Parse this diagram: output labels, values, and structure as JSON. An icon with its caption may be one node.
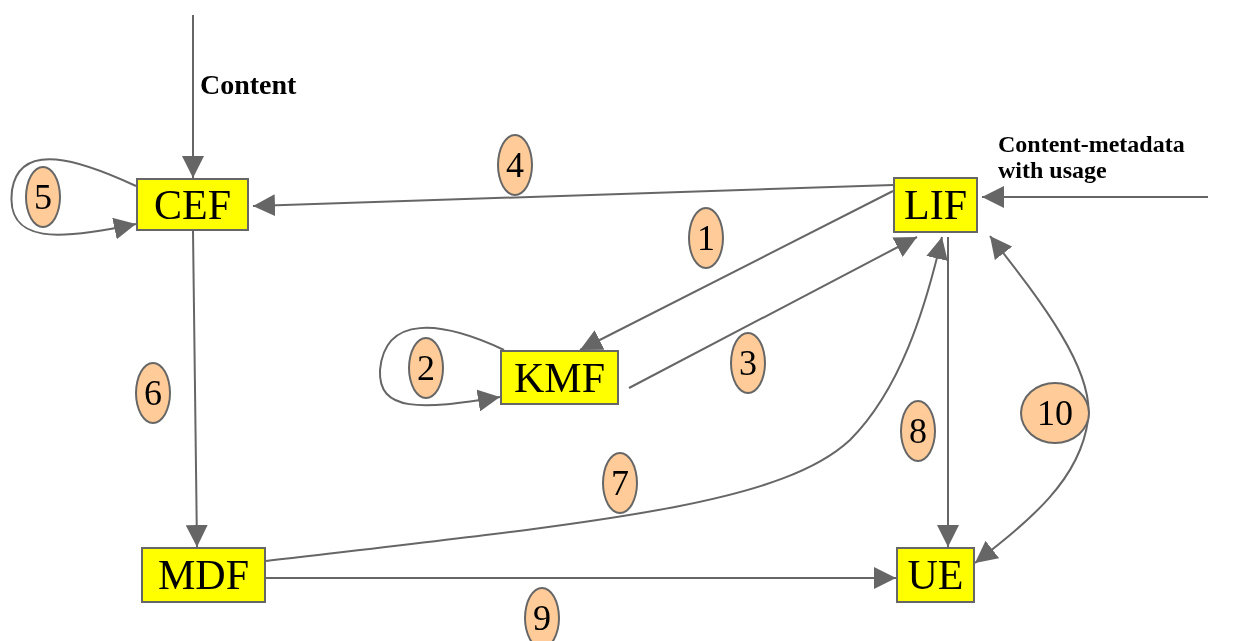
{
  "diagram": {
    "nodes": [
      {
        "text": [
          "CEF"
        ]
      },
      {
        "text": [
          "LIF"
        ]
      },
      {
        "text": [
          "KMF"
        ]
      },
      {
        "text": [
          "MDF"
        ]
      },
      {
        "text": [
          "UE"
        ]
      }
    ],
    "edges": [
      {
        "from": null,
        "to": 0,
        "arrow": "to",
        "label": "Content"
      },
      {
        "from": null,
        "to": 1,
        "arrow": "to",
        "label": "Content-metadata with usage"
      },
      {
        "from": 1,
        "to": 2,
        "arrow": "to",
        "label": "1"
      },
      {
        "from": 2,
        "to": 2,
        "arrow": "to",
        "label": "2"
      },
      {
        "from": 2,
        "to": 1,
        "arrow": "to",
        "label": "3"
      },
      {
        "from": 1,
        "to": 0,
        "arrow": "to",
        "label": "4"
      },
      {
        "from": 0,
        "to": 0,
        "arrow": "to",
        "label": "5"
      },
      {
        "from": 0,
        "to": 3,
        "arrow": "to",
        "label": "6"
      },
      {
        "from": 3,
        "to": 1,
        "arrow": "to",
        "label": "7"
      },
      {
        "from": 1,
        "to": 4,
        "arrow": "to",
        "label": "8"
      },
      {
        "from": 3,
        "to": 4,
        "arrow": "to",
        "label": "9"
      },
      {
        "from": 1,
        "to": 4,
        "arrow": "both",
        "label": "10"
      }
    ]
  }
}
